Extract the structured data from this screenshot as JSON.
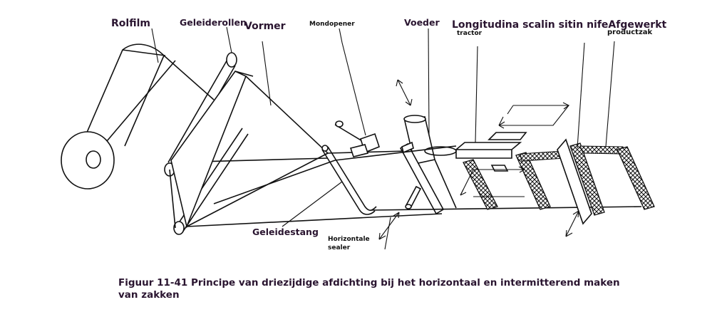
{
  "labels": {
    "rolfilm": "Rolfilm",
    "geleiderollen": "Geleiderollen",
    "vormer": "Vormer",
    "mondopener": "Mondopener",
    "voeder": "Voeder",
    "longitudinal": "Longitudina scalin sitin nifeAfgewerkt",
    "tractor": "tractor",
    "productzak": "productzak",
    "geleidestang": "Geleidestang",
    "horizontale": "Horizontale",
    "sealer": "sealer"
  },
  "caption": {
    "line1": "Figuur 11-41 Principe van driezijdige afdichting bij het horizontaal en intermitterend maken",
    "line2": "van zakken"
  }
}
